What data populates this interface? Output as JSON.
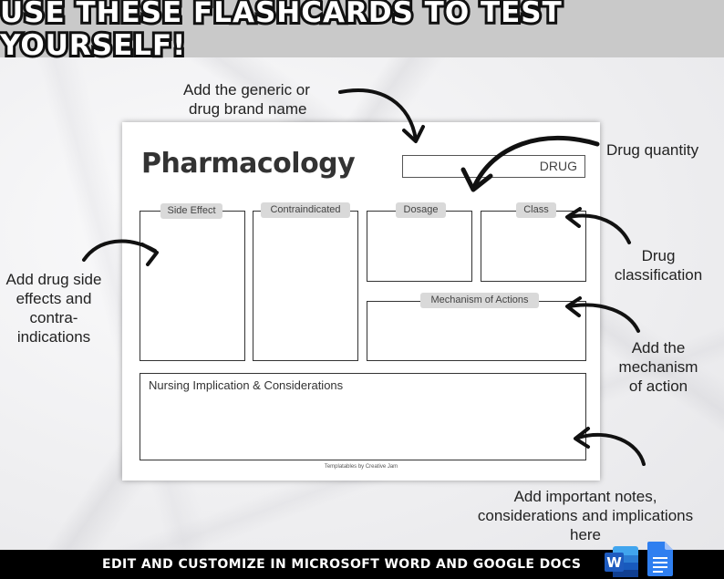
{
  "header": {
    "title": "USE THESE FLASHCARDS TO TEST YOURSELF!"
  },
  "footer": {
    "text": "EDIT AND CUSTOMIZE IN MICROSOFT WORD AND GOOGLE DOCS",
    "icons": [
      "microsoft-word-icon",
      "google-docs-icon"
    ],
    "word_letter": "W"
  },
  "card": {
    "title": "Pharmacology",
    "drug_label": "DRUG",
    "sections": {
      "side_effect": "Side Effect",
      "contraindicated": "Contraindicated",
      "dosage": "Dosage",
      "class": "Class",
      "mechanism": "Mechanism of Actions",
      "nursing": "Nursing Implication & Considerations"
    },
    "credit": "Templatables by Creative Jam"
  },
  "annotations": {
    "brand_name": [
      "Add the generic or",
      "drug brand name"
    ],
    "quantity": [
      "Drug quantity"
    ],
    "classification": [
      "Drug",
      "classification"
    ],
    "side_effects": [
      "Add drug side",
      "effects and",
      "contra-",
      "indications"
    ],
    "mechanism": [
      "Add the",
      "mechanism",
      "of action"
    ],
    "notes": [
      "Add important notes,",
      "considerations and implications",
      "here"
    ]
  },
  "colors": {
    "banner_top": "#c9c9c9",
    "banner_bottom": "#000000",
    "word_blue": "#1e5bbf",
    "docs_blue": "#2f7ff0"
  }
}
